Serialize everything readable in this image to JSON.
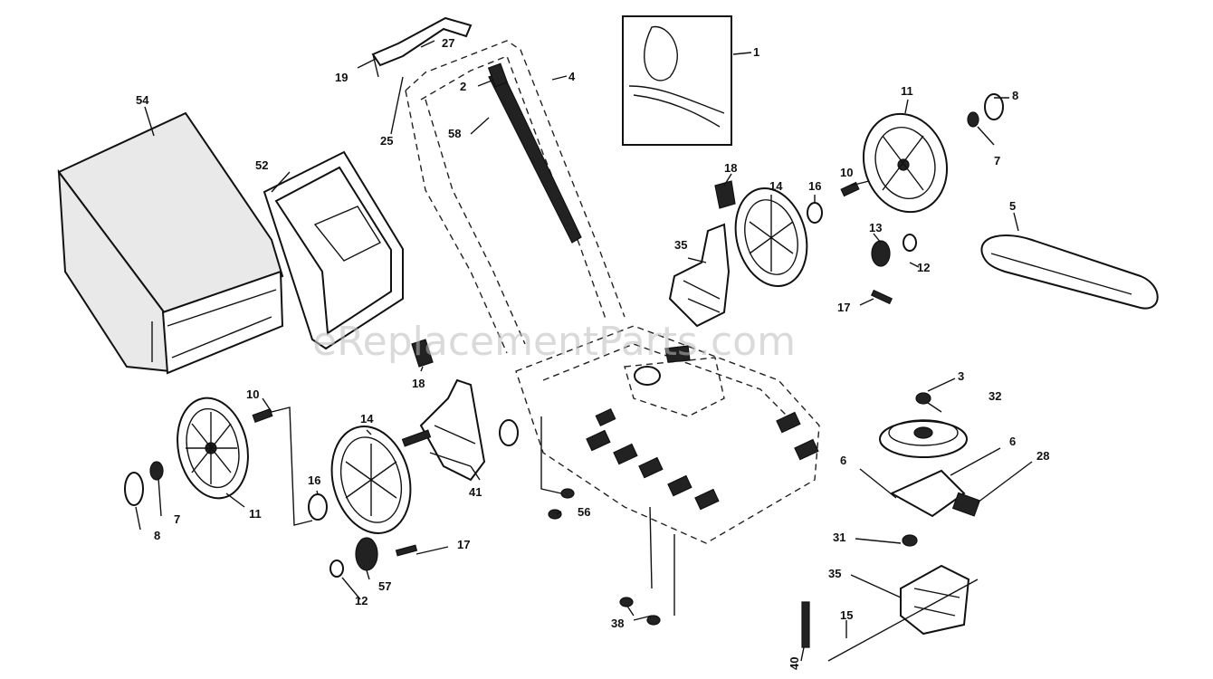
{
  "watermark": "eReplacementParts.com",
  "callouts": [
    {
      "id": "c1",
      "text": "1"
    },
    {
      "id": "c2",
      "text": "2"
    },
    {
      "id": "c3",
      "text": "3"
    },
    {
      "id": "c4",
      "text": "4"
    },
    {
      "id": "c5",
      "text": "5"
    },
    {
      "id": "c6a",
      "text": "6"
    },
    {
      "id": "c6b",
      "text": "6"
    },
    {
      "id": "c7a",
      "text": "7"
    },
    {
      "id": "c7b",
      "text": "7"
    },
    {
      "id": "c8a",
      "text": "8"
    },
    {
      "id": "c8b",
      "text": "8"
    },
    {
      "id": "c10a",
      "text": "10"
    },
    {
      "id": "c10b",
      "text": "10"
    },
    {
      "id": "c11a",
      "text": "11"
    },
    {
      "id": "c11b",
      "text": "11"
    },
    {
      "id": "c12a",
      "text": "12"
    },
    {
      "id": "c12b",
      "text": "12"
    },
    {
      "id": "c13",
      "text": "13"
    },
    {
      "id": "c14a",
      "text": "14"
    },
    {
      "id": "c14b",
      "text": "14"
    },
    {
      "id": "c15",
      "text": "15"
    },
    {
      "id": "c16a",
      "text": "16"
    },
    {
      "id": "c16b",
      "text": "16"
    },
    {
      "id": "c17a",
      "text": "17"
    },
    {
      "id": "c17b",
      "text": "17"
    },
    {
      "id": "c18a",
      "text": "18"
    },
    {
      "id": "c18b",
      "text": "18"
    },
    {
      "id": "c19",
      "text": "19"
    },
    {
      "id": "c25",
      "text": "25"
    },
    {
      "id": "c27",
      "text": "27"
    },
    {
      "id": "c28",
      "text": "28"
    },
    {
      "id": "c31",
      "text": "31"
    },
    {
      "id": "c32",
      "text": "32"
    },
    {
      "id": "c35a",
      "text": "35"
    },
    {
      "id": "c35b",
      "text": "35"
    },
    {
      "id": "c38",
      "text": "38"
    },
    {
      "id": "c40",
      "text": "40"
    },
    {
      "id": "c41",
      "text": "41"
    },
    {
      "id": "c52",
      "text": "52"
    },
    {
      "id": "c54",
      "text": "54"
    },
    {
      "id": "c56",
      "text": "56"
    },
    {
      "id": "c57",
      "text": "57"
    },
    {
      "id": "c58",
      "text": "58"
    }
  ]
}
